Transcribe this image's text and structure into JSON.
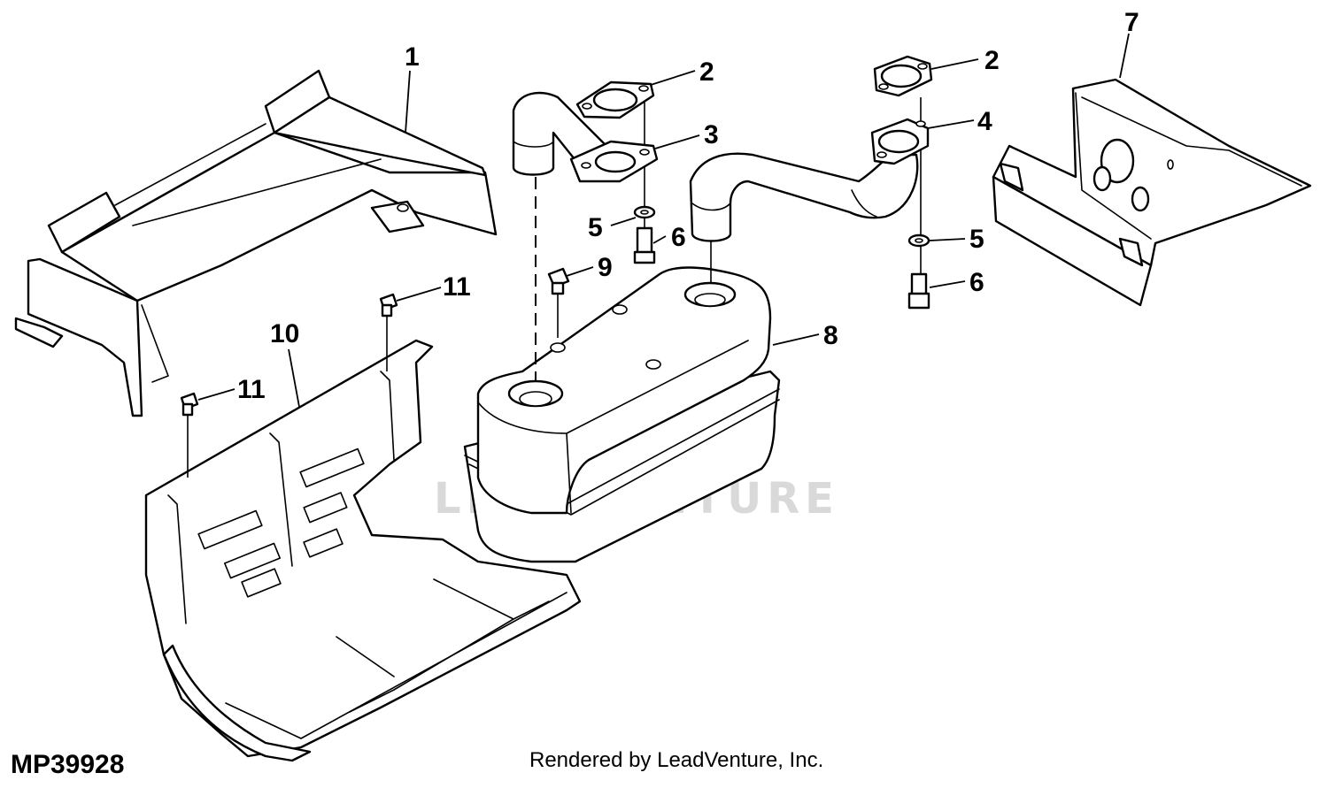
{
  "figure_id": "MP39928",
  "credit": "Rendered by LeadVenture, Inc.",
  "watermark": "LEADVENTURE",
  "callouts": [
    "1",
    "2",
    "3",
    "2",
    "4",
    "7",
    "5",
    "6",
    "9",
    "11",
    "5",
    "6",
    "8",
    "10",
    "11"
  ],
  "parts": [
    "heat-shield",
    "exhaust-gasket",
    "exhaust-pipe-flange",
    "exhaust-gasket",
    "exhaust-pipe-flange",
    "side-shield",
    "washer",
    "bolt",
    "muffler",
    "muffler-guard",
    "screw"
  ]
}
